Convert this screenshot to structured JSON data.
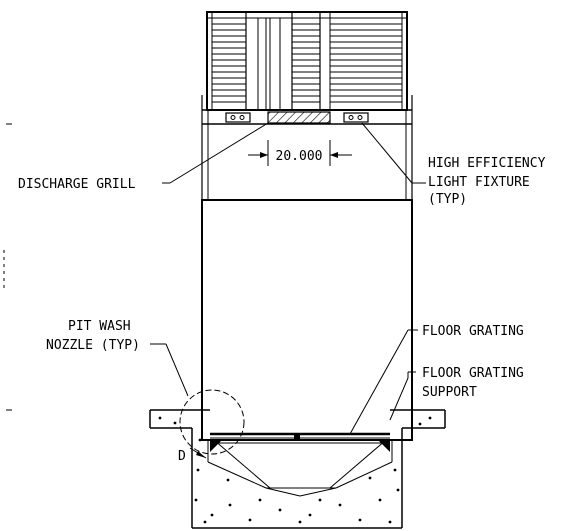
{
  "labels": {
    "discharge_grill": "DISCHARGE GRILL",
    "light_fixture_1": "HIGH EFFICIENCY",
    "light_fixture_2": "LIGHT FIXTURE",
    "light_fixture_3": "(TYP)",
    "pit_wash_1": "PIT WASH",
    "pit_wash_2": "NOZZLE (TYP)",
    "floor_grating": "FLOOR GRATING",
    "floor_grating_support_1": "FLOOR GRATING",
    "floor_grating_support_2": "SUPPORT",
    "detail_marker": "D"
  },
  "dimension": {
    "grill_width": "20.000"
  }
}
